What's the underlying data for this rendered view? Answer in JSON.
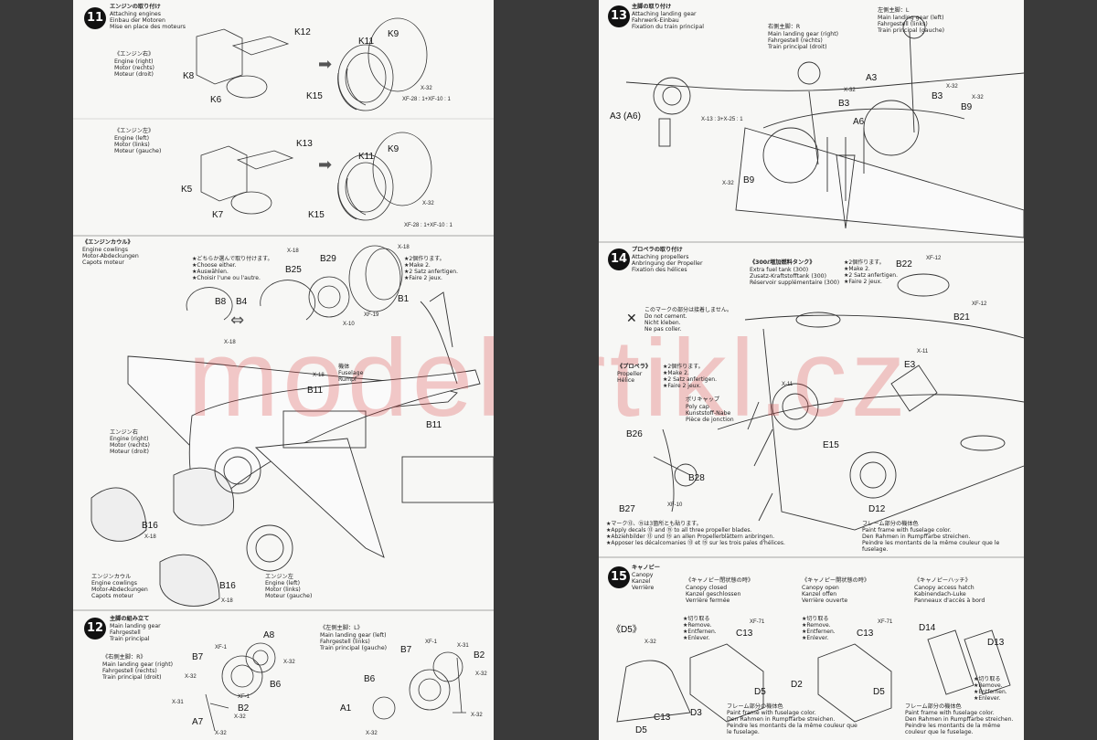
{
  "watermark": "modelartikl.cz",
  "step11": {
    "num": "11",
    "title": [
      "エンジンの取り付け",
      "Attaching engines",
      "Einbau der Motoren",
      "Mise en place des moteurs"
    ],
    "right": [
      "《エンジン右》",
      "Engine (right)",
      "Motor (rechts)",
      "Moteur (droit)"
    ],
    "left": [
      "《エンジン左》",
      "Engine (left)",
      "Motor (links)",
      "Moteur (gauche)"
    ],
    "parts_r": [
      "K8",
      "K6",
      "K12",
      "K11",
      "K9",
      "K15"
    ],
    "parts_l": [
      "K5",
      "K7",
      "K13",
      "K11",
      "K9",
      "K15"
    ],
    "paint": [
      "XF-28 : 1+XF-10 : 1",
      "XF-28 : 1+XF-10 : 1"
    ],
    "x32": "X-32"
  },
  "cowl": {
    "title": [
      "《エンジンカウル》",
      "Engine cowlings",
      "Motor-Abdeckungen",
      "Capots moteur"
    ],
    "choose": [
      "★どちらか選んで取り付けます。",
      "★Choose either.",
      "★Auswählen.",
      "★Choisir l'une ou l'autre."
    ],
    "make2": [
      "★2個作ります。",
      "★Make 2.",
      "★2 Satz anfertigen.",
      "★Faire 2 jeux."
    ],
    "parts": [
      "B8",
      "B4",
      "B25",
      "B29",
      "B1",
      "X-18",
      "X-18",
      "X-18",
      "X-10",
      "XF-19"
    ],
    "fuselage": [
      "機体",
      "Fuselage",
      "Rumpf"
    ],
    "b11": [
      "B11",
      "B11"
    ],
    "eng_r": [
      "エンジン右",
      "Engine (right)",
      "Motor (rechts)",
      "Moteur (droit)"
    ],
    "eng_l": [
      "エンジン左",
      "Engine (left)",
      "Motor (links)",
      "Moteur (gauche)"
    ],
    "cowl2": [
      "エンジンカウル",
      "Engine cowlings",
      "Motor-Abdeckungen",
      "Capots moteur"
    ],
    "b16": [
      "B16",
      "B16"
    ],
    "x18": "X-18"
  },
  "step12": {
    "num": "12",
    "title": [
      "主脚の組み立て",
      "Main landing gear",
      "Fahrgestell",
      "Train principal"
    ],
    "right": [
      "《右側主脚：R》",
      "Main landing gear (right)",
      "Fahrgestell (rechts)",
      "Train principal (droit)"
    ],
    "left": [
      "《左側主脚：L》",
      "Main landing gear (left)",
      "Fahrgestell (links)",
      "Train principal (gauche)"
    ],
    "parts_r": [
      "A8",
      "B7",
      "B6",
      "B2",
      "A7",
      "XF-1",
      "XF-1",
      "X-32",
      "X-32",
      "X-32",
      "X-31",
      "X-32"
    ],
    "parts_l": [
      "B7",
      "B6",
      "B2",
      "A1",
      "XF-1",
      "X-31",
      "X-32",
      "X-32",
      "X-32"
    ]
  },
  "step13": {
    "num": "13",
    "title": [
      "主脚の取り付け",
      "Attaching landing gear",
      "Fahrwerk-Einbau",
      "Fixation du train principal"
    ],
    "right": [
      "右側主脚：R",
      "Main landing gear (right)",
      "Fahrgestell (rechts)",
      "Train principal (droit)"
    ],
    "left": [
      "左側主脚：L",
      "Main landing gear (left)",
      "Fahrgestell (links)",
      "Train principal (gauche)"
    ],
    "parts": [
      "A3 (A6)",
      "B3",
      "A3",
      "A6",
      "B3",
      "B9",
      "B9",
      "X-13 : 3+X-25 : 1",
      "X-32",
      "X-32",
      "X-32",
      "X-32"
    ]
  },
  "step14": {
    "num": "14",
    "title": [
      "プロペラの取り付け",
      "Attaching propellers",
      "Anbringung der Propeller",
      "Fixation des hélices"
    ],
    "tank": [
      "《300ℓ増加燃料タンク》",
      "Extra fuel tank (300)",
      "Zusatz-Kraftstofftank (300)",
      "Réservoir supplémentaire (300)"
    ],
    "make2": [
      "★2個作ります。",
      "★Make 2.",
      "★2 Satz anfertigen.",
      "★Faire 2 jeux."
    ],
    "nocement": [
      "このマークの部分は接着しません。",
      "Do not cement.",
      "Nicht kleben.",
      "Ne pas coller."
    ],
    "prop": [
      "《プロペラ》",
      "Propeller",
      "Hélice"
    ],
    "polycap": [
      "ポリキャップ",
      "Poly cap",
      "Kunststoff-Nabe",
      "Pièce de jonction"
    ],
    "parts": [
      "B22",
      "B21",
      "XF-12",
      "XF-12",
      "E3",
      "X-11",
      "X-11",
      "E15",
      "D12",
      "B26",
      "B27",
      "B28",
      "XF-10"
    ],
    "paint": [
      "フレーム部分の機体色",
      "Paint frame with fuselage color.",
      "Den Rahmen in Rumpffarbe streichen.",
      "Peindre les montants de la même couleur que le fuselage."
    ],
    "decal": [
      "★マーク⑬、⑮は3箇所とも貼ります。",
      "★Apply decals ⑬ and ⑮ to all three propeller blades.",
      "★Abziehbilder ⑬ und ⑮ an allen Propellerblättern anbringen.",
      "★Apposer les décalcomanies ⑬ et ⑮ sur les trois pales d'hélices."
    ]
  },
  "step15": {
    "num": "15",
    "title": [
      "キャノピー",
      "Canopy",
      "Kanzel",
      "Verrière"
    ],
    "closed": [
      "《キャノピー閉状態の時》",
      "Canopy closed",
      "Kanzel geschlossen",
      "Verrière fermée"
    ],
    "open": [
      "《キャノピー開状態の時》",
      "Canopy open",
      "Kanzel offen",
      "Verrière ouverte"
    ],
    "hatch": [
      "《キャノピーハッチ》",
      "Canopy access hatch",
      "Kabinendach-Luke",
      "Panneaux d'accès à bord"
    ],
    "remove": [
      "★切り取る",
      "★Remove.",
      "★Entfernen.",
      "★Enlever."
    ],
    "parts": [
      "D5",
      "X-32",
      "C13",
      "D5",
      "D3",
      "C13",
      "C13",
      "D2",
      "D5",
      "D14",
      "D13",
      "XF-71",
      "XF-71",
      "D5"
    ],
    "paint": [
      "フレーム部分の機体色",
      "Paint frame with fuselage color.",
      "Den Rahmen in Rumpffarbe streichen.",
      "Peindre les montants de la même couleur que le fuselage."
    ]
  }
}
